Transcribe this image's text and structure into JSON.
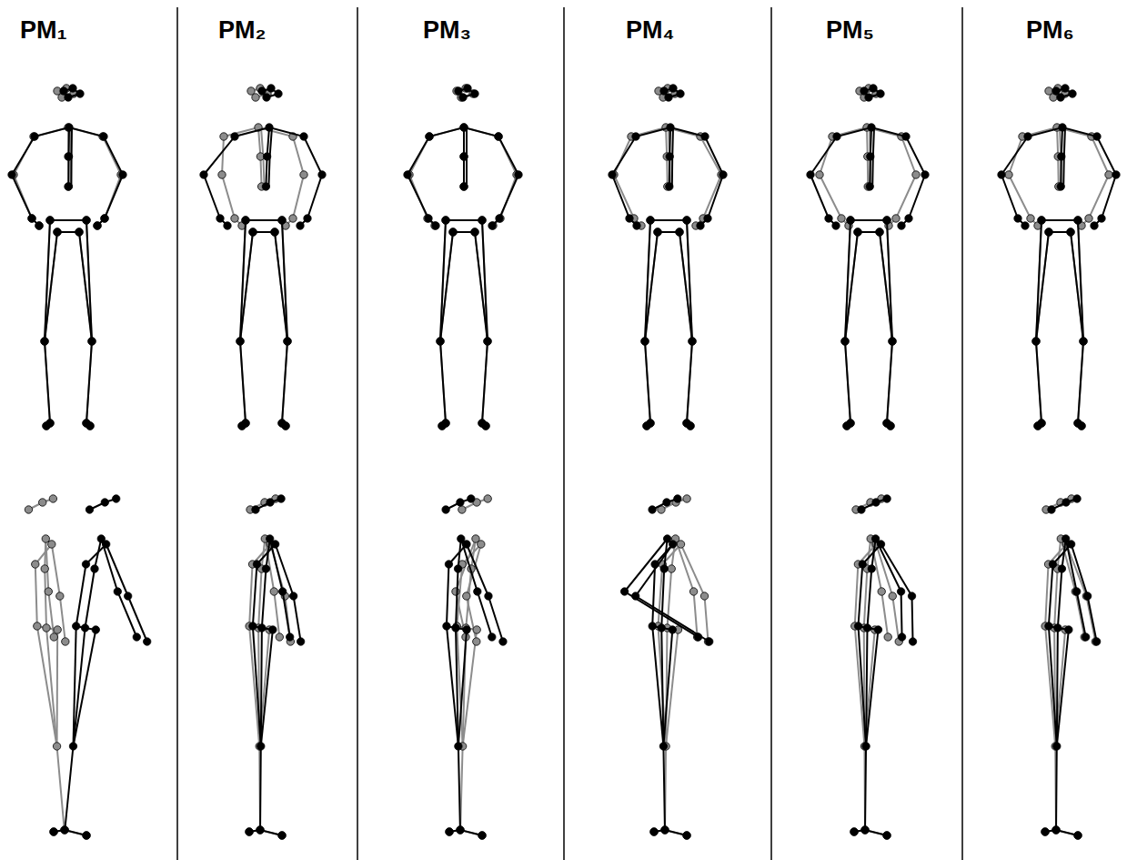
{
  "diagram": {
    "labels": [
      "PM₁",
      "PM₂",
      "PM₃",
      "PM₄",
      "PM₅",
      "PM₆"
    ]
  }
}
